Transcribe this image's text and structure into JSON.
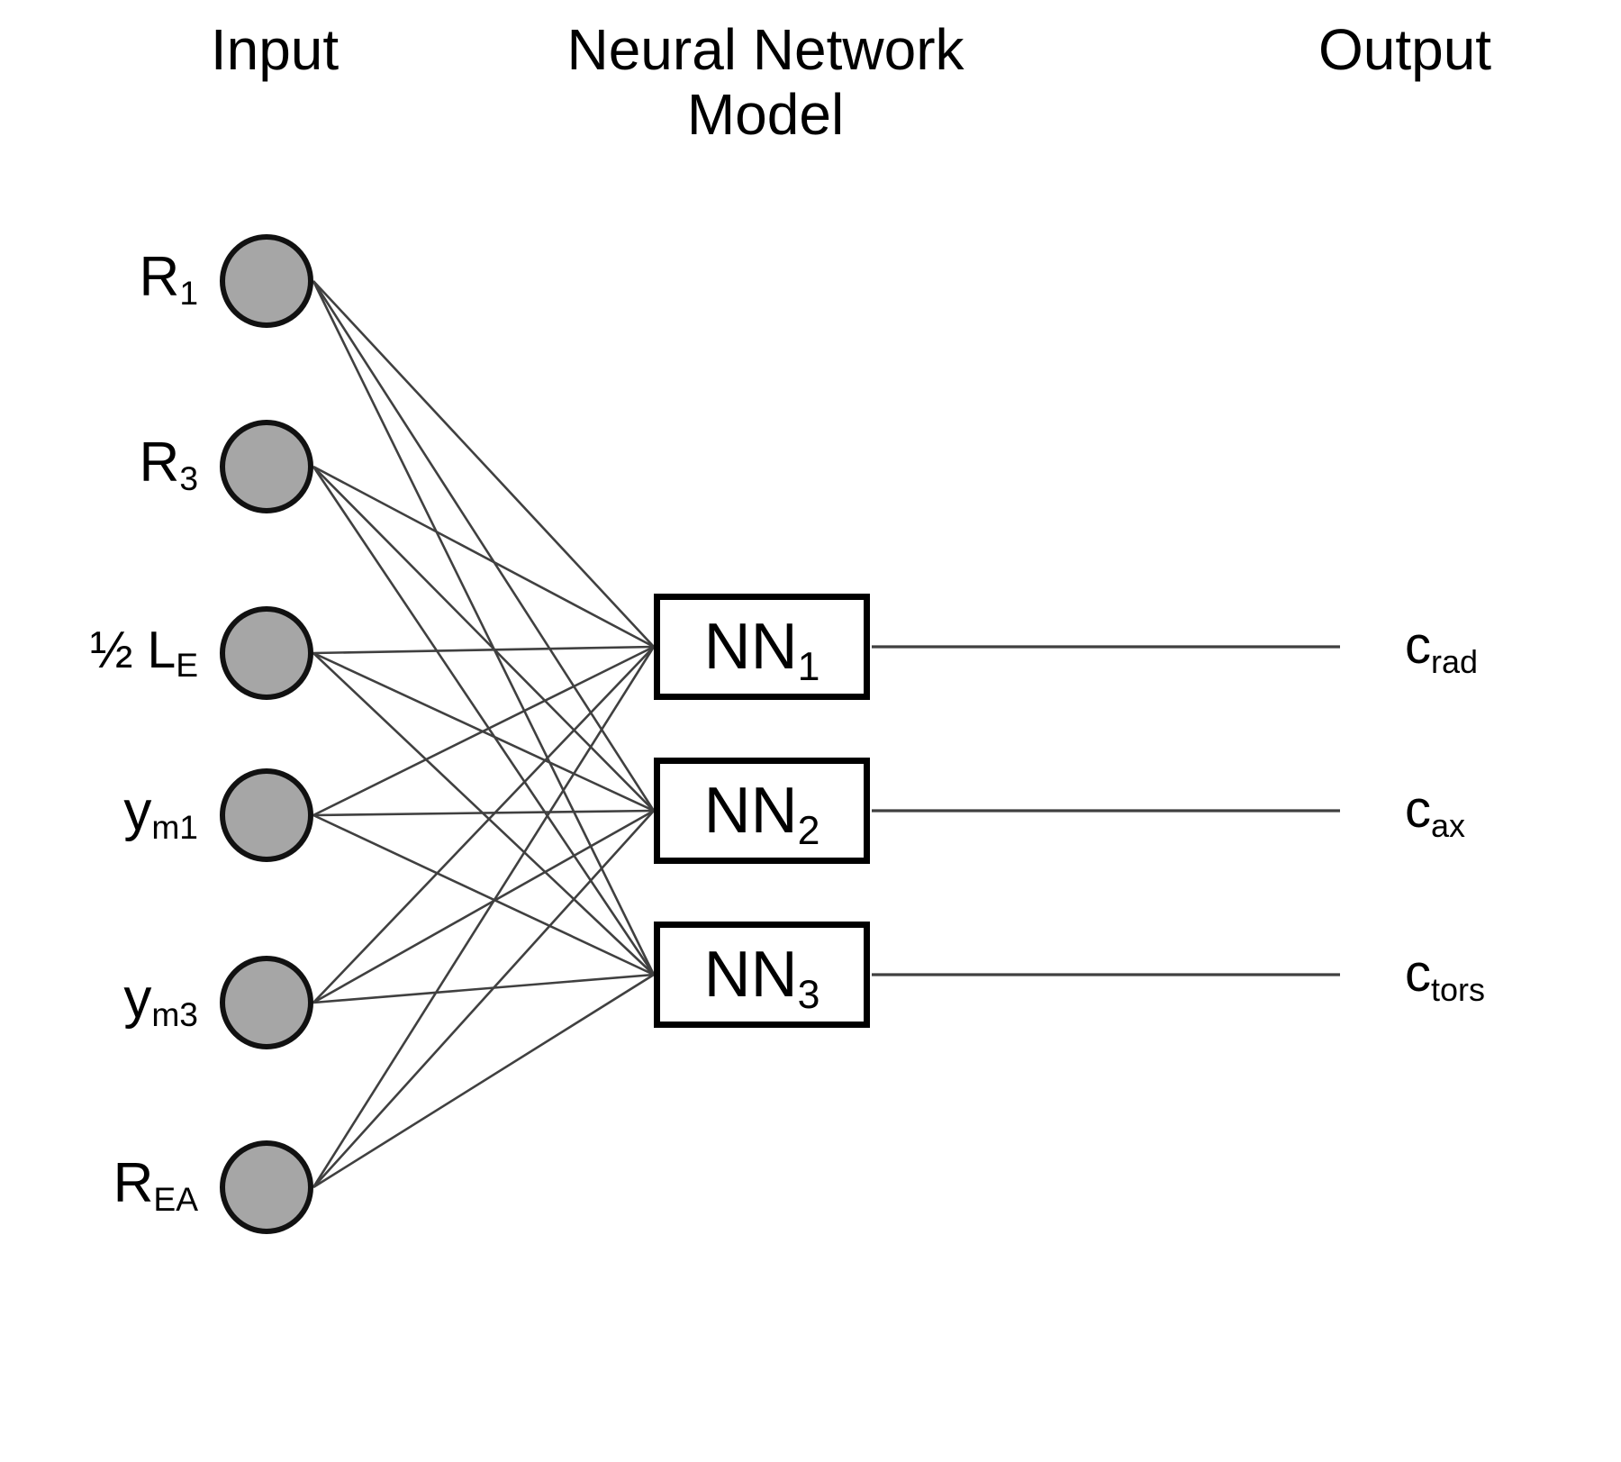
{
  "headings": {
    "input": "Input",
    "model": "Neural Network\nModel",
    "output": "Output"
  },
  "input_layer": {
    "nodes": [
      {
        "id": "R1",
        "base": "R",
        "sub": "1"
      },
      {
        "id": "R3",
        "base": "R",
        "sub": "3"
      },
      {
        "id": "LE",
        "base": "½ L",
        "sub": "E"
      },
      {
        "id": "ym1",
        "base": "y",
        "sub": "m1"
      },
      {
        "id": "ym3",
        "base": "y",
        "sub": "m3"
      },
      {
        "id": "REA",
        "base": "R",
        "sub": "EA"
      }
    ],
    "node_fill": "#a6a6a6",
    "node_stroke": "#111111"
  },
  "model_layer": {
    "boxes": [
      {
        "id": "NN1",
        "base": "NN",
        "sub": "1"
      },
      {
        "id": "NN2",
        "base": "NN",
        "sub": "2"
      },
      {
        "id": "NN3",
        "base": "NN",
        "sub": "3"
      }
    ],
    "box_stroke": "#000000",
    "box_fill": "#ffffff"
  },
  "output_layer": {
    "labels": [
      {
        "id": "c_rad",
        "base": "c",
        "sub": "rad"
      },
      {
        "id": "c_ax",
        "base": "c",
        "sub": "ax"
      },
      {
        "id": "c_tors",
        "base": "c",
        "sub": "tors"
      }
    ]
  },
  "edges": {
    "stroke": "#404040",
    "description": "fully connected: every input node to every NN box",
    "count": 18
  },
  "background": "#ffffff"
}
